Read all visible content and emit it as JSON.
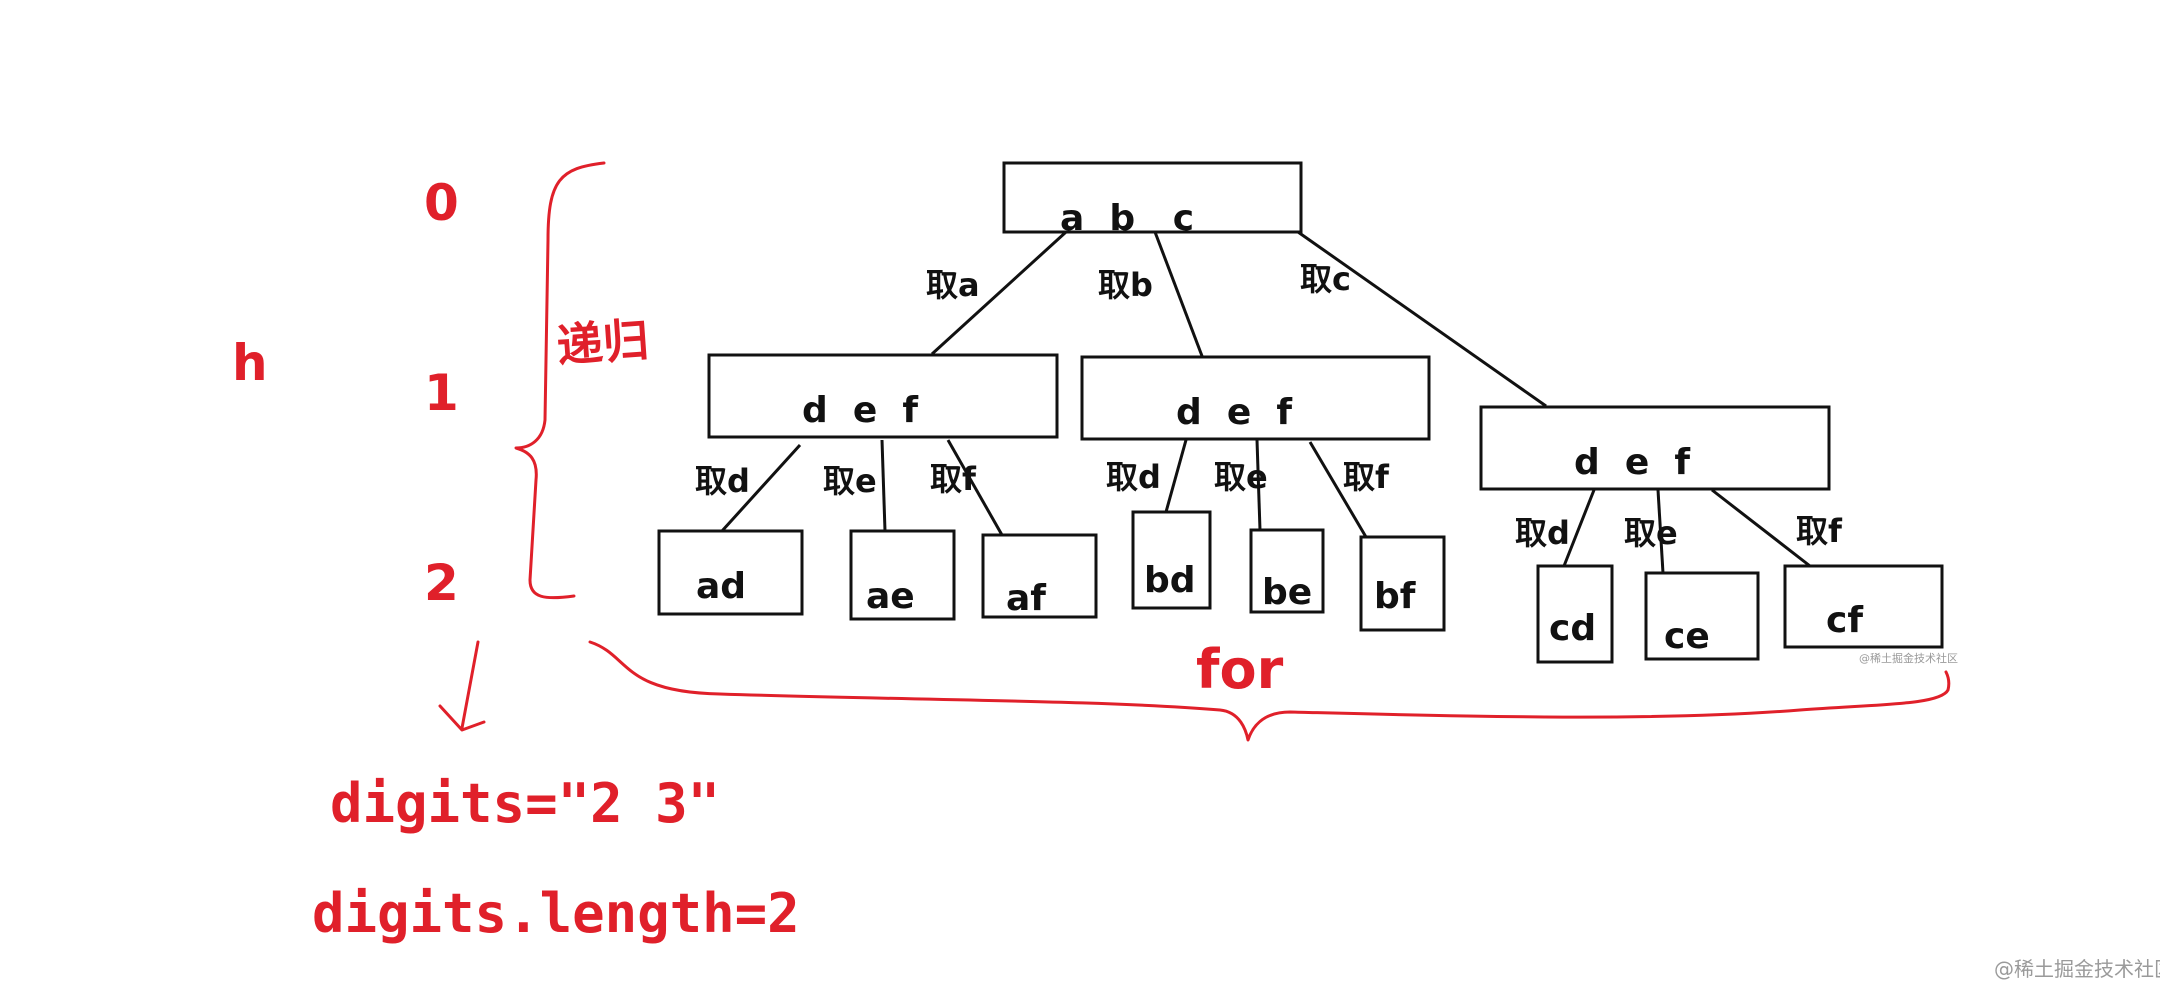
{
  "levels": [
    "0",
    "1",
    "2"
  ],
  "height_label": "h",
  "recursion_label": "递归",
  "for_label": "for",
  "digits_line": "digits=\"2 3\"",
  "length_line": "digits.length=2",
  "root": {
    "text": "a  b   c"
  },
  "level1_nodes": [
    {
      "text": "d  e  f"
    },
    {
      "text": "d  e  f"
    },
    {
      "text": "d  e  f"
    }
  ],
  "level1_edges": [
    "取a",
    "取b",
    "取c"
  ],
  "leaves": [
    "ad",
    "ae",
    "af",
    "bd",
    "be",
    "bf",
    "cd",
    "ce",
    "cf"
  ],
  "leaf_edges": [
    "取d",
    "取e",
    "取f",
    "取d",
    "取e",
    "取f",
    "取d",
    "取e",
    "取f"
  ],
  "watermark_small": "@稀土掘金技术社区",
  "watermark_large": "@稀土掘金技术社区",
  "colors": {
    "annotation": "#e0202a",
    "tree": "#111111"
  }
}
